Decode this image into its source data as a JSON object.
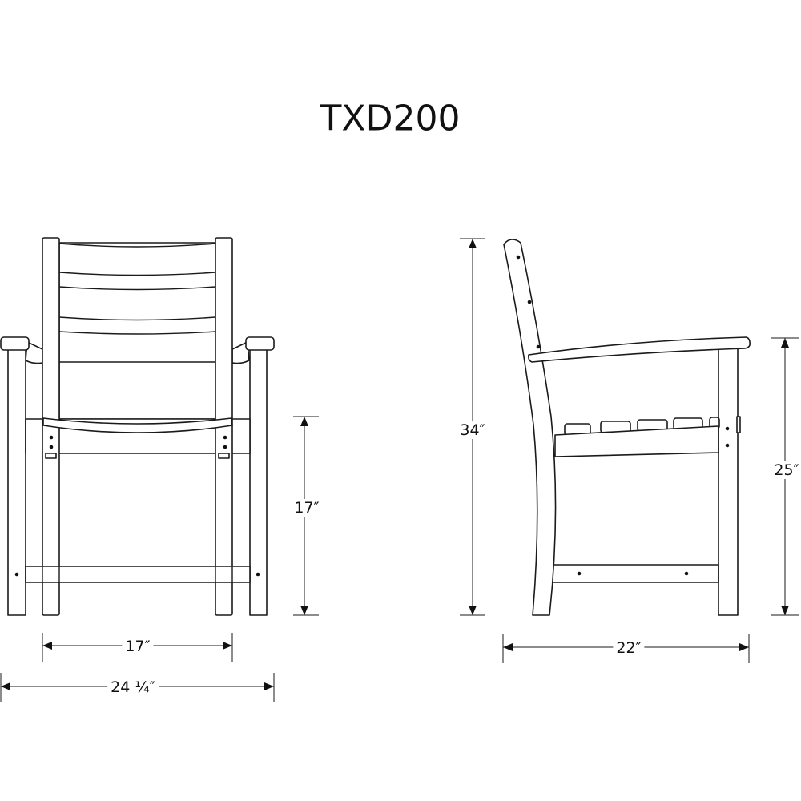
{
  "title": "TXD200",
  "front_view": {
    "seat_height": "17″",
    "seat_width": "17″",
    "overall_width": "24 ¼″"
  },
  "side_view": {
    "overall_height": "34″",
    "arm_height": "25″",
    "depth": "22″"
  }
}
